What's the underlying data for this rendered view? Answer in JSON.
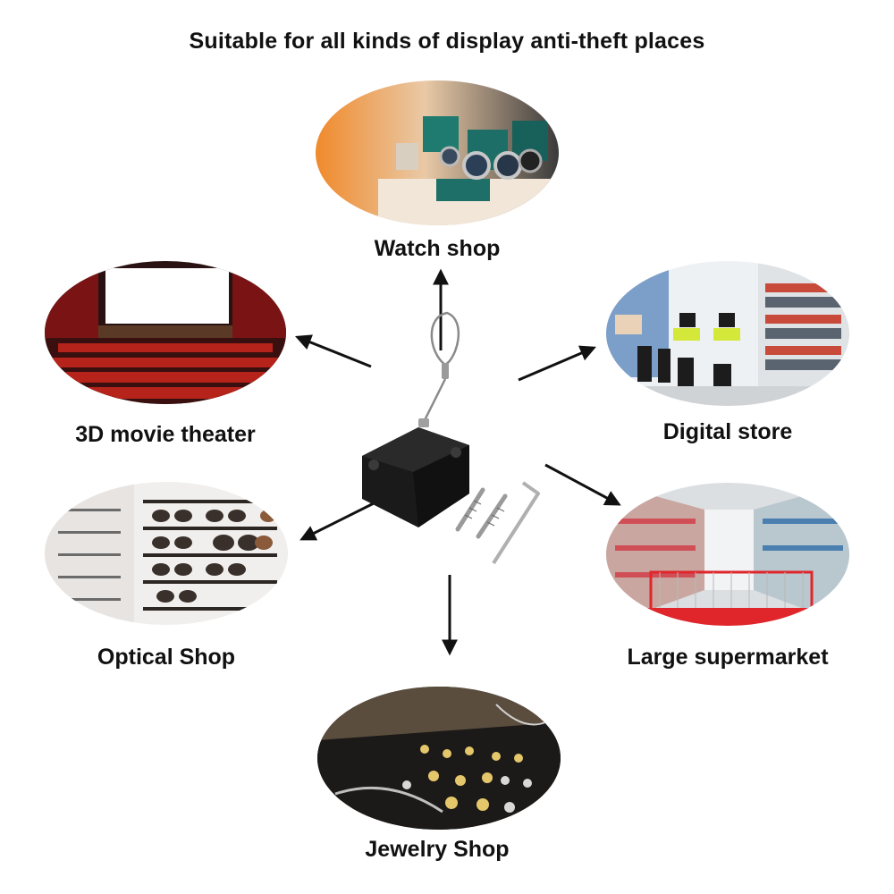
{
  "title": "Suitable for all kinds of display anti-theft places",
  "places": {
    "watch_shop": "Watch shop",
    "movie_theater": "3D movie theater",
    "digital_store": "Digital store",
    "optical_shop": "Optical Shop",
    "supermarket": "Large supermarket",
    "jewelry_shop": "Jewelry Shop"
  },
  "colors": {
    "text": "#111111",
    "arrow": "#111111",
    "device": "#1a1a1a",
    "theater_seats": "#b5231a",
    "cart": "#e0262b"
  }
}
